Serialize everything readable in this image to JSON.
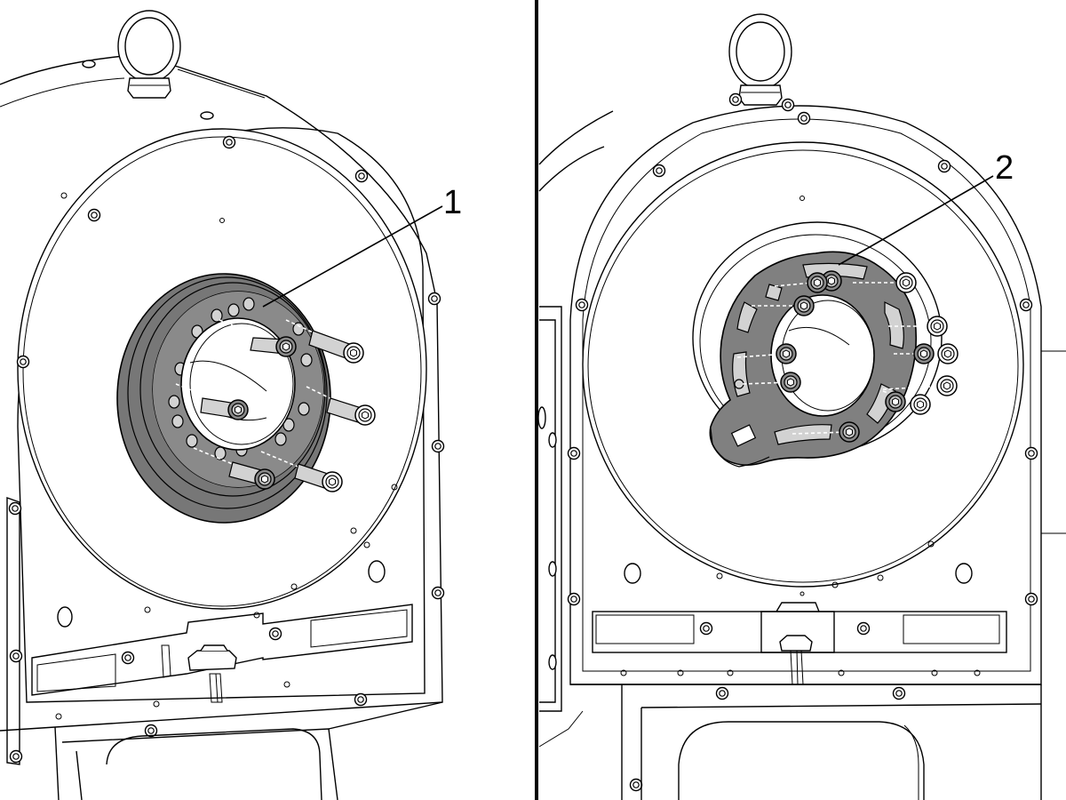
{
  "panels": [
    {
      "id": "left",
      "callout": "1"
    },
    {
      "id": "right",
      "callout": "2"
    }
  ]
}
